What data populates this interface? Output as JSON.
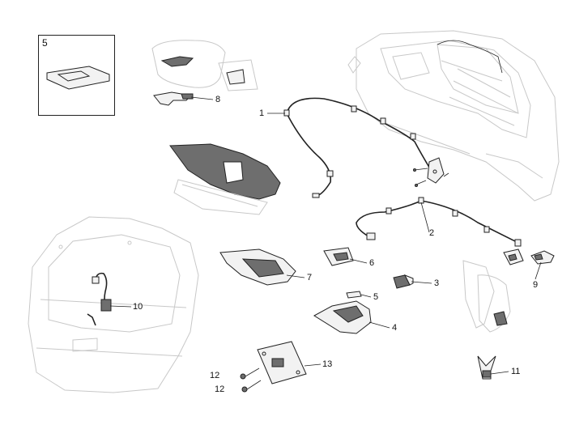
{
  "diagram": {
    "inset": {
      "label": "5"
    },
    "callouts": [
      {
        "id": "c1",
        "label": "1"
      },
      {
        "id": "c2",
        "label": "2"
      },
      {
        "id": "c3",
        "label": "3"
      },
      {
        "id": "c4",
        "label": "4"
      },
      {
        "id": "c5",
        "label": "5"
      },
      {
        "id": "c6",
        "label": "6"
      },
      {
        "id": "c7",
        "label": "7"
      },
      {
        "id": "c8",
        "label": "8"
      },
      {
        "id": "c9",
        "label": "9"
      },
      {
        "id": "c10",
        "label": "10"
      },
      {
        "id": "c11",
        "label": "11"
      },
      {
        "id": "c12a",
        "label": "12"
      },
      {
        "id": "c12b",
        "label": "12"
      },
      {
        "id": "c13",
        "label": "13"
      }
    ]
  }
}
